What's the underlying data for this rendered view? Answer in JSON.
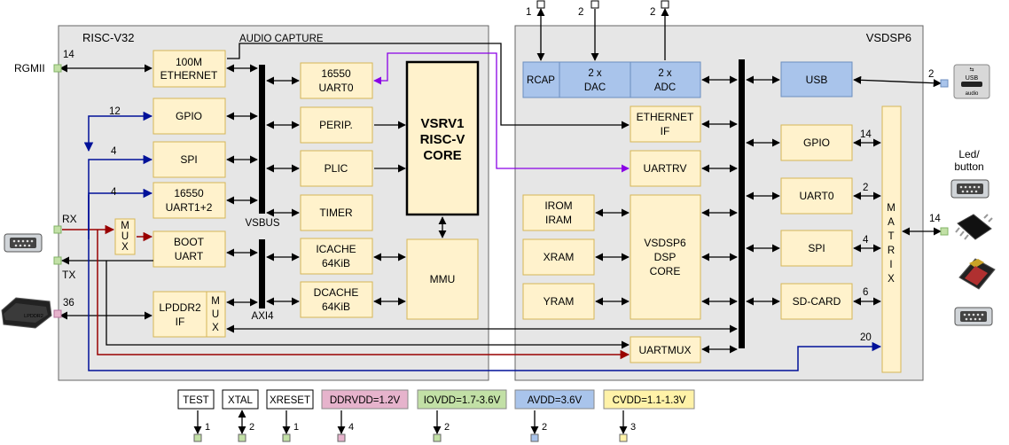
{
  "risc": {
    "title": "RISC-V32",
    "audio_capture": "AUDIO CAPTURE",
    "ethernet": [
      "100M",
      "ETHERNET"
    ],
    "gpio": "GPIO",
    "spi": "SPI",
    "uart12": [
      "16550",
      "UART1+2"
    ],
    "boot_uart": [
      "BOOT",
      "UART"
    ],
    "lpddr2": [
      "LPDDR2",
      "IF"
    ],
    "mux": [
      "M",
      "U",
      "X"
    ],
    "vsbus": "VSBUS",
    "axi4": "AXI4",
    "uart0": [
      "16550",
      "UART0"
    ],
    "periph": "PERIP.",
    "plic": "PLIC",
    "timer": "TIMER",
    "icache": [
      "ICACHE",
      "64KiB"
    ],
    "dcache": [
      "DCACHE",
      "64KiB"
    ],
    "core": [
      "VSRV1",
      "RISC-V",
      "CORE"
    ],
    "mmu": "MMU"
  },
  "dsp": {
    "title": "VSDSP6",
    "rcap": "RCAP",
    "dac": [
      "2 x",
      "DAC"
    ],
    "adc": [
      "2 x",
      "ADC"
    ],
    "usb": "USB",
    "eth_if": [
      "ETHERNET",
      "IF"
    ],
    "uartrv": "UARTRV",
    "irom": [
      "IROM",
      "IRAM"
    ],
    "xram": "XRAM",
    "yram": "YRAM",
    "core": [
      "VSDSP6",
      "DSP",
      "CORE"
    ],
    "gpio": "GPIO",
    "uart0": "UART0",
    "spi": "SPI",
    "sdcard": "SD-CARD",
    "uartmux": "UARTMUX",
    "matrix": [
      "M",
      "A",
      "T",
      "R",
      "I",
      "X"
    ]
  },
  "external": {
    "rgmii": "RGMII",
    "rx": "RX",
    "tx": "TX",
    "led_button": [
      "Led/",
      "button"
    ],
    "usb_icon_text": [
      "USB",
      "audio"
    ],
    "memory_icon_text": "LPDDR2"
  },
  "counts": {
    "rgmii": "14",
    "gpio": "12",
    "spi": "4",
    "uart12": "4",
    "lpddr": "36",
    "rcap": "1",
    "dac": "2",
    "adc": "2",
    "usb": "2",
    "dsp_gpio": "14",
    "dsp_uart0": "2",
    "dsp_spi": "4",
    "dsp_sd": "6",
    "dsp_uartmux": "20",
    "matrix_out": "14"
  },
  "bottom": [
    {
      "label": "TEST",
      "count": "1",
      "color": "#ffffff"
    },
    {
      "label": "XTAL",
      "count": "2",
      "color": "#ffffff"
    },
    {
      "label": "XRESET",
      "count": "1",
      "color": "#ffffff"
    },
    {
      "label": "DDRVDD=1.2V",
      "count": "4",
      "color": "#e6b3cc"
    },
    {
      "label": "IOVDD=1.7-3.6V",
      "count": "2",
      "color": "#c2e0a6"
    },
    {
      "label": "AVDD=3.6V",
      "count": "2",
      "color": "#a9c4eb"
    },
    {
      "label": "CVDD=1.1-1.3V",
      "count": "3",
      "color": "#fff2a8"
    }
  ],
  "colors": {
    "red_line": "#990000",
    "blue_line": "#001199",
    "purple_line": "#8a00e6"
  }
}
